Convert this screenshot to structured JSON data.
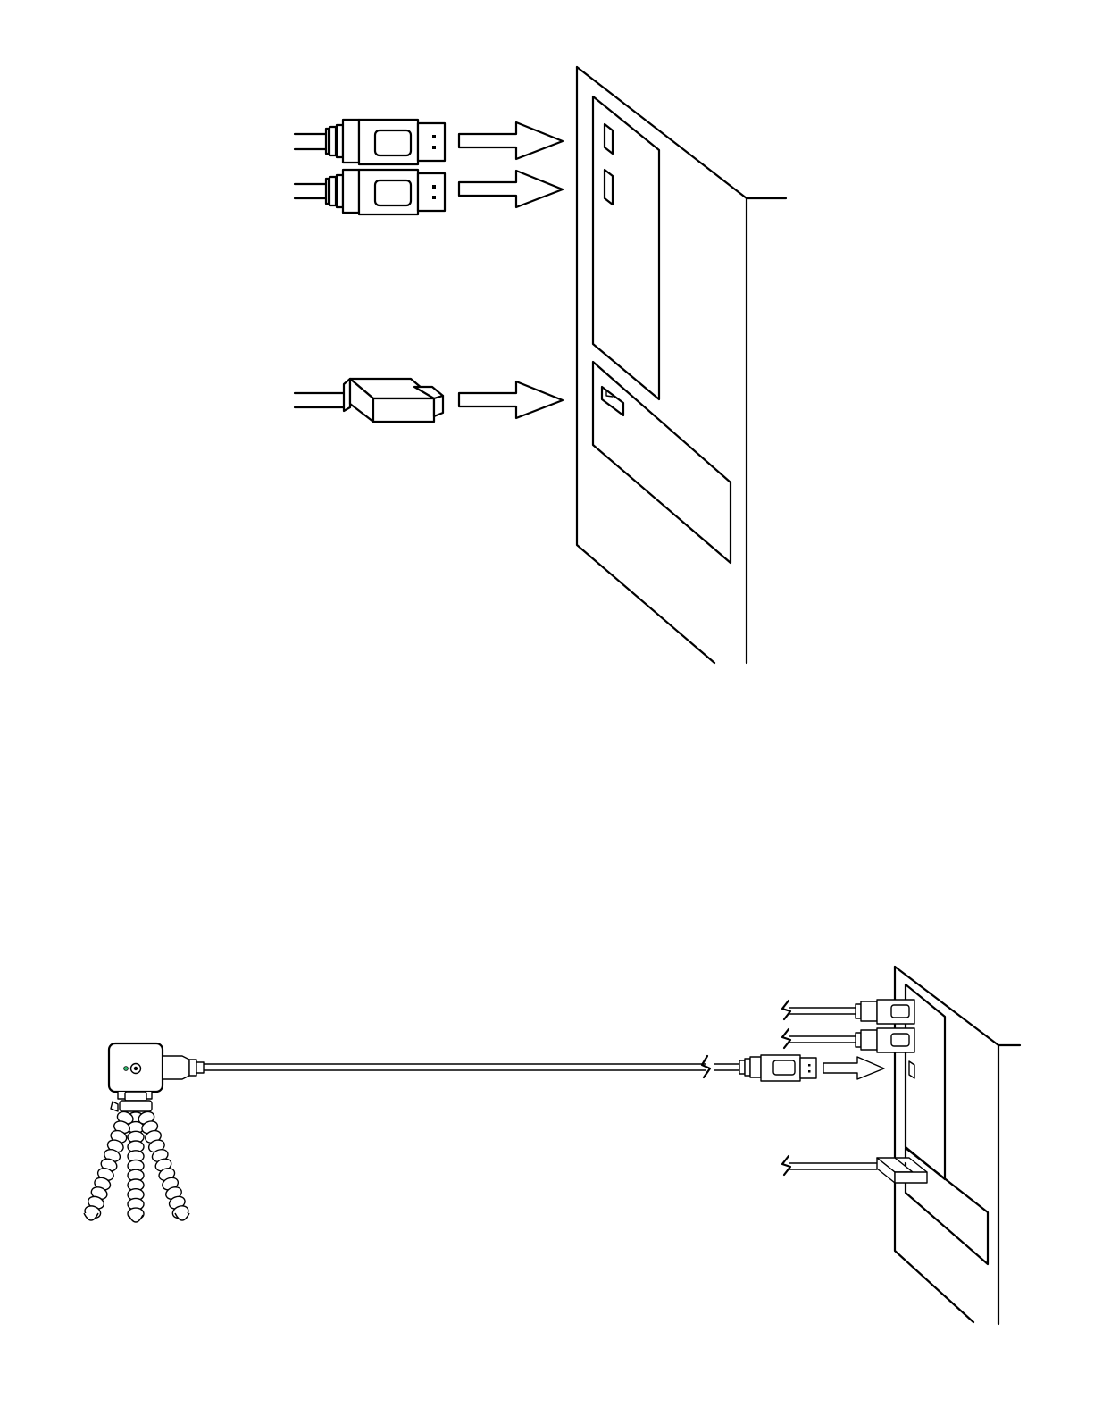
{
  "figures": [
    {
      "id": "connect-ports",
      "elements": [
        "usb-plug-top",
        "usb-plug-middle",
        "rectangular-plug",
        "insert-arrows",
        "computer-tower"
      ]
    },
    {
      "id": "camera-setup",
      "elements": [
        "webcam",
        "tripod",
        "usb-cable",
        "usb-plug",
        "insert-arrow",
        "computer-tower-small"
      ]
    }
  ],
  "colors": {
    "line": "#000000",
    "background": "#ffffff",
    "status_led": "#2fb36a"
  },
  "icons": [
    "usb-plug-icon",
    "rectangular-plug-icon",
    "arrow-right-icon",
    "computer-tower-icon",
    "webcam-icon",
    "tripod-icon",
    "cable-break-icon"
  ]
}
